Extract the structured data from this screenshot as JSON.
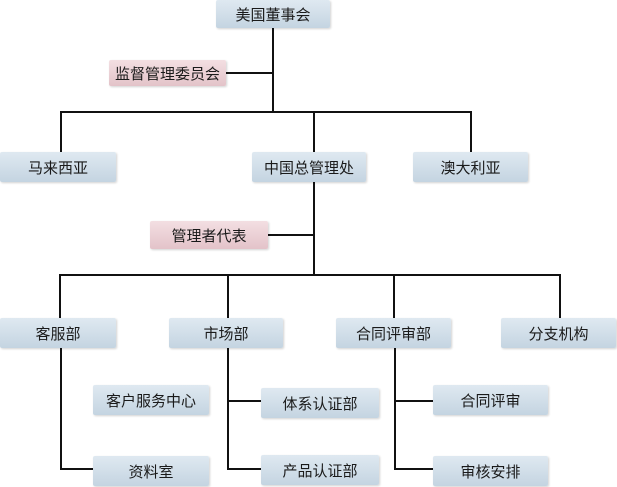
{
  "org_chart": {
    "us_board": "美国董事会",
    "supervision_committee": "监督管理委员会",
    "malaysia": "马来西亚",
    "china_hq": "中国总管理处",
    "australia": "澳大利亚",
    "management_rep": "管理者代表",
    "customer_service_dept": "客服部",
    "marketing_dept": "市场部",
    "contract_review_dept": "合同评审部",
    "branches": "分支机构",
    "customer_service_center": "客户服务中心",
    "archive_room": "资料室",
    "system_cert_dept": "体系认证部",
    "product_cert_dept": "产品认证部",
    "contract_review": "合同评审",
    "audit_scheduling": "审核安排"
  },
  "colors": {
    "box_blue": "#cfdde8",
    "box_pink": "#e9ccd1",
    "line": "#111111"
  }
}
